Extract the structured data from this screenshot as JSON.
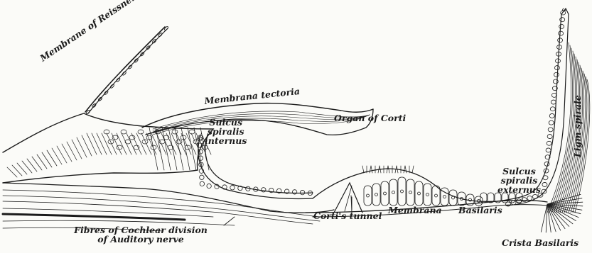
{
  "labels": {
    "reissner": "Membrane of Reissner",
    "tectoria": "Membrana tectoria",
    "sulcus_internus": [
      "Sulcus",
      "spiralis",
      "internus"
    ],
    "organ_corti": "Organ of Corti",
    "sulcus_externus": [
      "Sulcus",
      "spiralis",
      "externus"
    ],
    "lig_spirale": "Ligm spirale",
    "cortis_tunnel": "Corti's tunnel",
    "membrana": "Membrana",
    "basilaris": "Basilaris",
    "crista": "Crista Basilaris",
    "fibres": [
      "Fibres of Cochlear division",
      "of Auditory nerve"
    ]
  },
  "colors": {
    "ink": "#1b1b1b",
    "paper": "#fbfbf8"
  }
}
